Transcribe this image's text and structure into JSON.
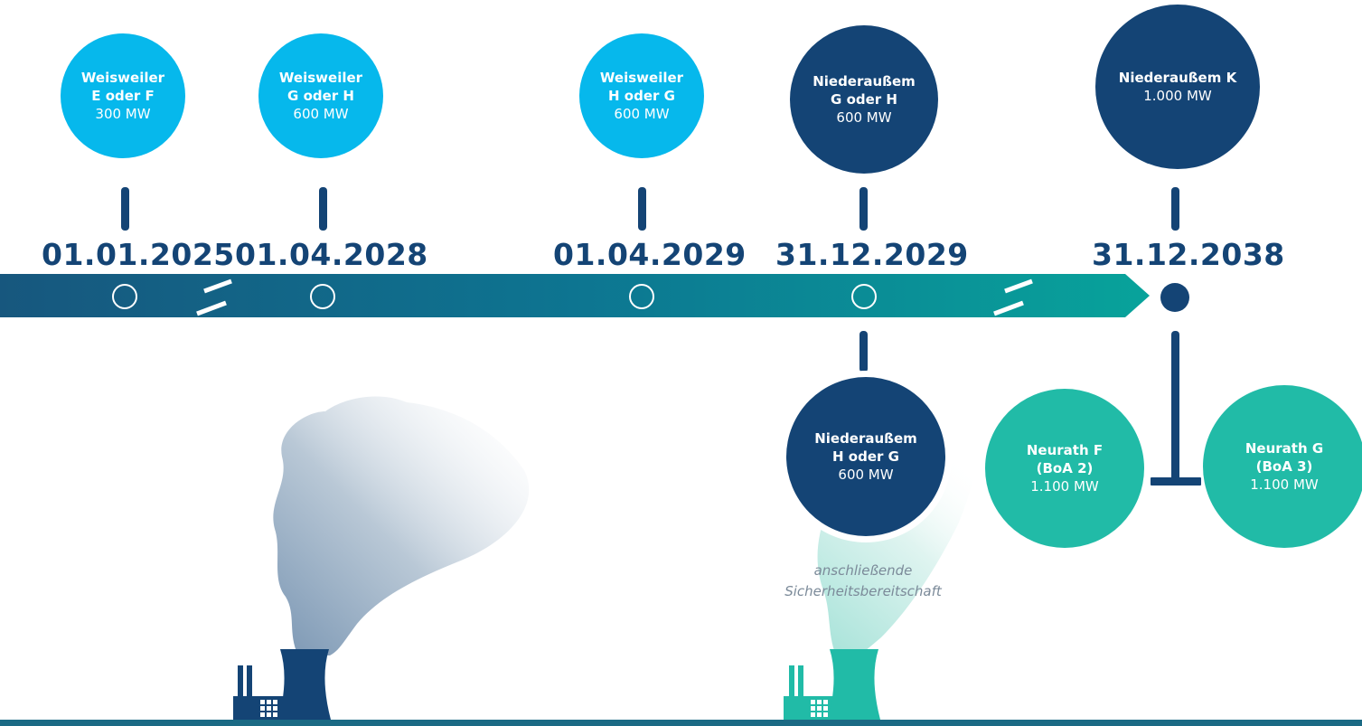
{
  "colors": {
    "light_blue": "#06b8ec",
    "dark_blue": "#144475",
    "teal": "#21bba7",
    "arrow_start": "#17577e",
    "arrow_end": "#08a39b"
  },
  "timeline": {
    "dates": [
      "01.01.2025",
      "01.04.2028",
      "01.04.2029",
      "31.12.2029",
      "31.12.2038"
    ]
  },
  "upper_plants": [
    {
      "name_line1": "Weisweiler",
      "name_line2": "E oder F",
      "capacity": "300 MW"
    },
    {
      "name_line1": "Weisweiler",
      "name_line2": "G oder H",
      "capacity": "600 MW"
    },
    {
      "name_line1": "Weisweiler",
      "name_line2": "H oder G",
      "capacity": "600 MW"
    },
    {
      "name_line1": "Niederaußem",
      "name_line2": "G oder H",
      "capacity": "600 MW"
    },
    {
      "name_line1": "Niederaußem K",
      "capacity": "1.000 MW"
    }
  ],
  "lower_plants": [
    {
      "name_line1": "Niederaußem",
      "name_line2": "H oder G",
      "capacity": "600 MW"
    },
    {
      "name_line1": "Neurath F",
      "name_line2": "(BoA 2)",
      "capacity": "1.100 MW"
    },
    {
      "name_line1": "Neurath G",
      "name_line2": "(BoA 3)",
      "capacity": "1.100 MW"
    }
  ],
  "note": {
    "line1": "anschließende",
    "line2": "Sicherheitsbereitschaft"
  },
  "icons": [
    "power-plant-icon",
    "steam-cloud-icon",
    "timeline-break-icon",
    "timeline-marker-icon"
  ]
}
